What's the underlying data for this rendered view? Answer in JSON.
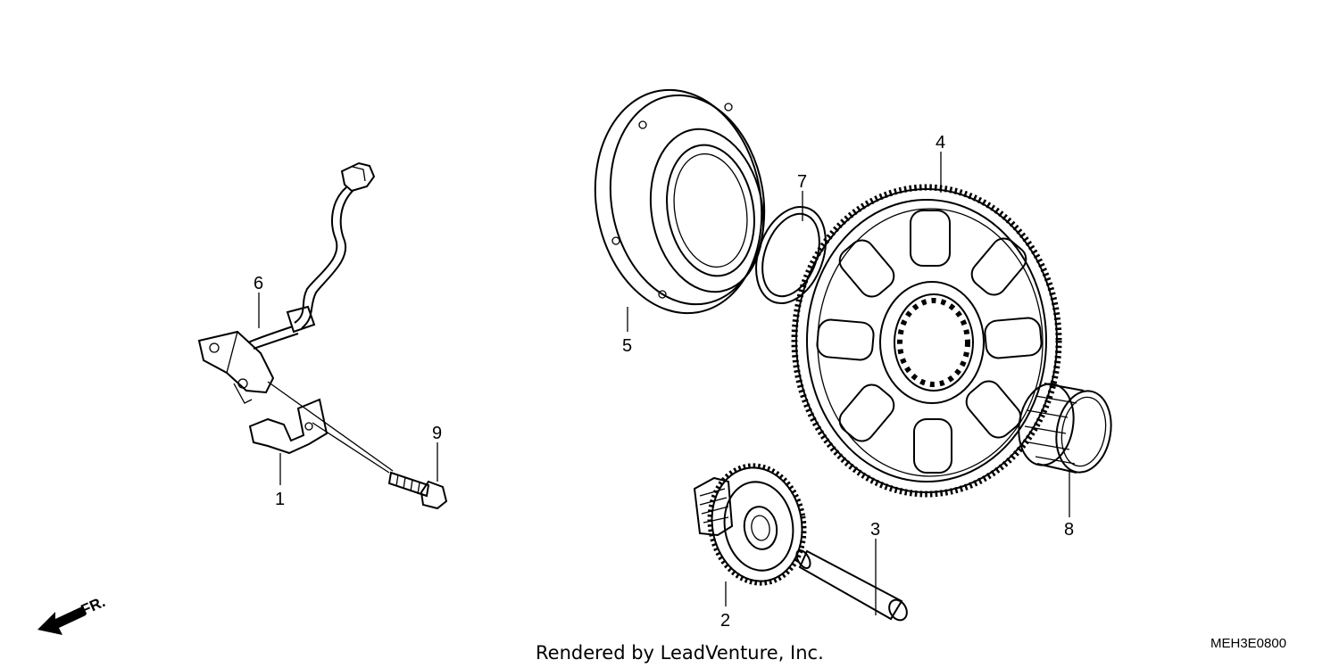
{
  "callouts": {
    "p1": "1",
    "p2": "2",
    "p3": "3",
    "p4": "4",
    "p5": "5",
    "p6": "6",
    "p7": "7",
    "p8": "8",
    "p9": "9"
  },
  "direction_label": "FR.",
  "footer_text": "Rendered by LeadVenture, Inc.",
  "diagram_code": "MEH3E0800"
}
